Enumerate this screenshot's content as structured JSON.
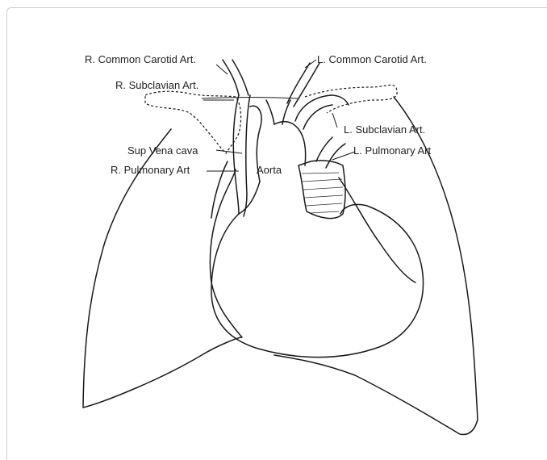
{
  "diagram": {
    "labels": {
      "r_common_carotid": "R. Common Carotid Art.",
      "l_common_carotid": "L. Common Carotid Art.",
      "r_subclavian": "R. Subclavian Art.",
      "l_subclavian": "L. Subclavian Art.",
      "sup_vena_cava": "Sup Vena cava",
      "r_pulmonary": "R. Pulmonary Art",
      "l_pulmonary": "L. Pulmonary Art",
      "aorta": "Aorta"
    }
  }
}
